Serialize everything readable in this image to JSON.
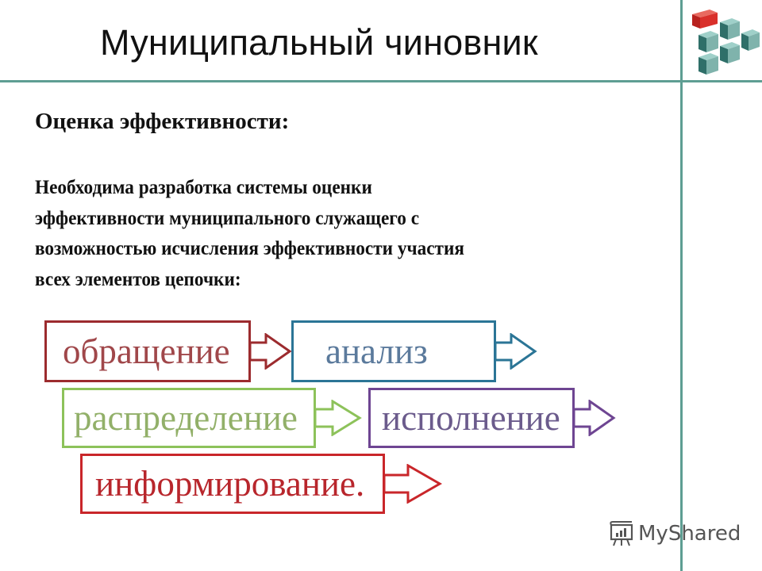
{
  "slide": {
    "title": "Муниципальный чиновник",
    "subheading": "Оценка эффективности:",
    "paragraph_lines": [
      "Необходима разработка системы оценки",
      "эффективности  муниципального  служащего с",
      "возможностью исчисления  эффективности  участия",
      "всех элементов цепочки:"
    ]
  },
  "chain": [
    {
      "label": "обращение",
      "color": "#9c2b2e",
      "text_color": "#a0474a"
    },
    {
      "label": "анализ",
      "color": "#2b7596",
      "text_color": "#5b7a9c"
    },
    {
      "label": "распределение",
      "color": "#8dc25a",
      "text_color": "#92b069"
    },
    {
      "label": "исполнение",
      "color": "#6e4592",
      "text_color": "#6b5b8c"
    },
    {
      "label": "информирование.",
      "color": "#c9262a",
      "text_color": "#b8262c"
    }
  ],
  "colors": {
    "rule_lines": "#5e9e93",
    "logo_red": "#d9302b",
    "logo_teal": "#4e8e88"
  },
  "watermark": {
    "text": "MyShared"
  }
}
